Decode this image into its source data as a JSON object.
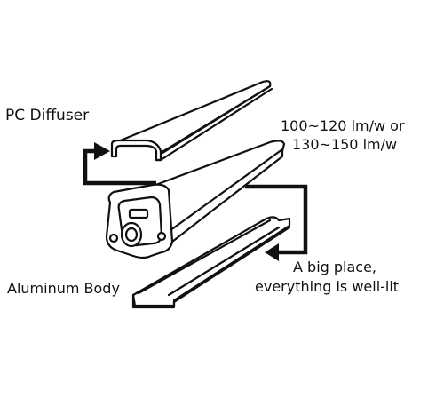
{
  "labels": {
    "diffuser": "PC Diffuser",
    "efficiency_line1": "100~120 lm/w or",
    "efficiency_line2": "130~150 lm/w",
    "place_line1": "A big place,",
    "place_line2": "everything is well-lit",
    "body": "Aluminum Body"
  },
  "colors": {
    "ink": "#111111",
    "background": "#ffffff"
  }
}
